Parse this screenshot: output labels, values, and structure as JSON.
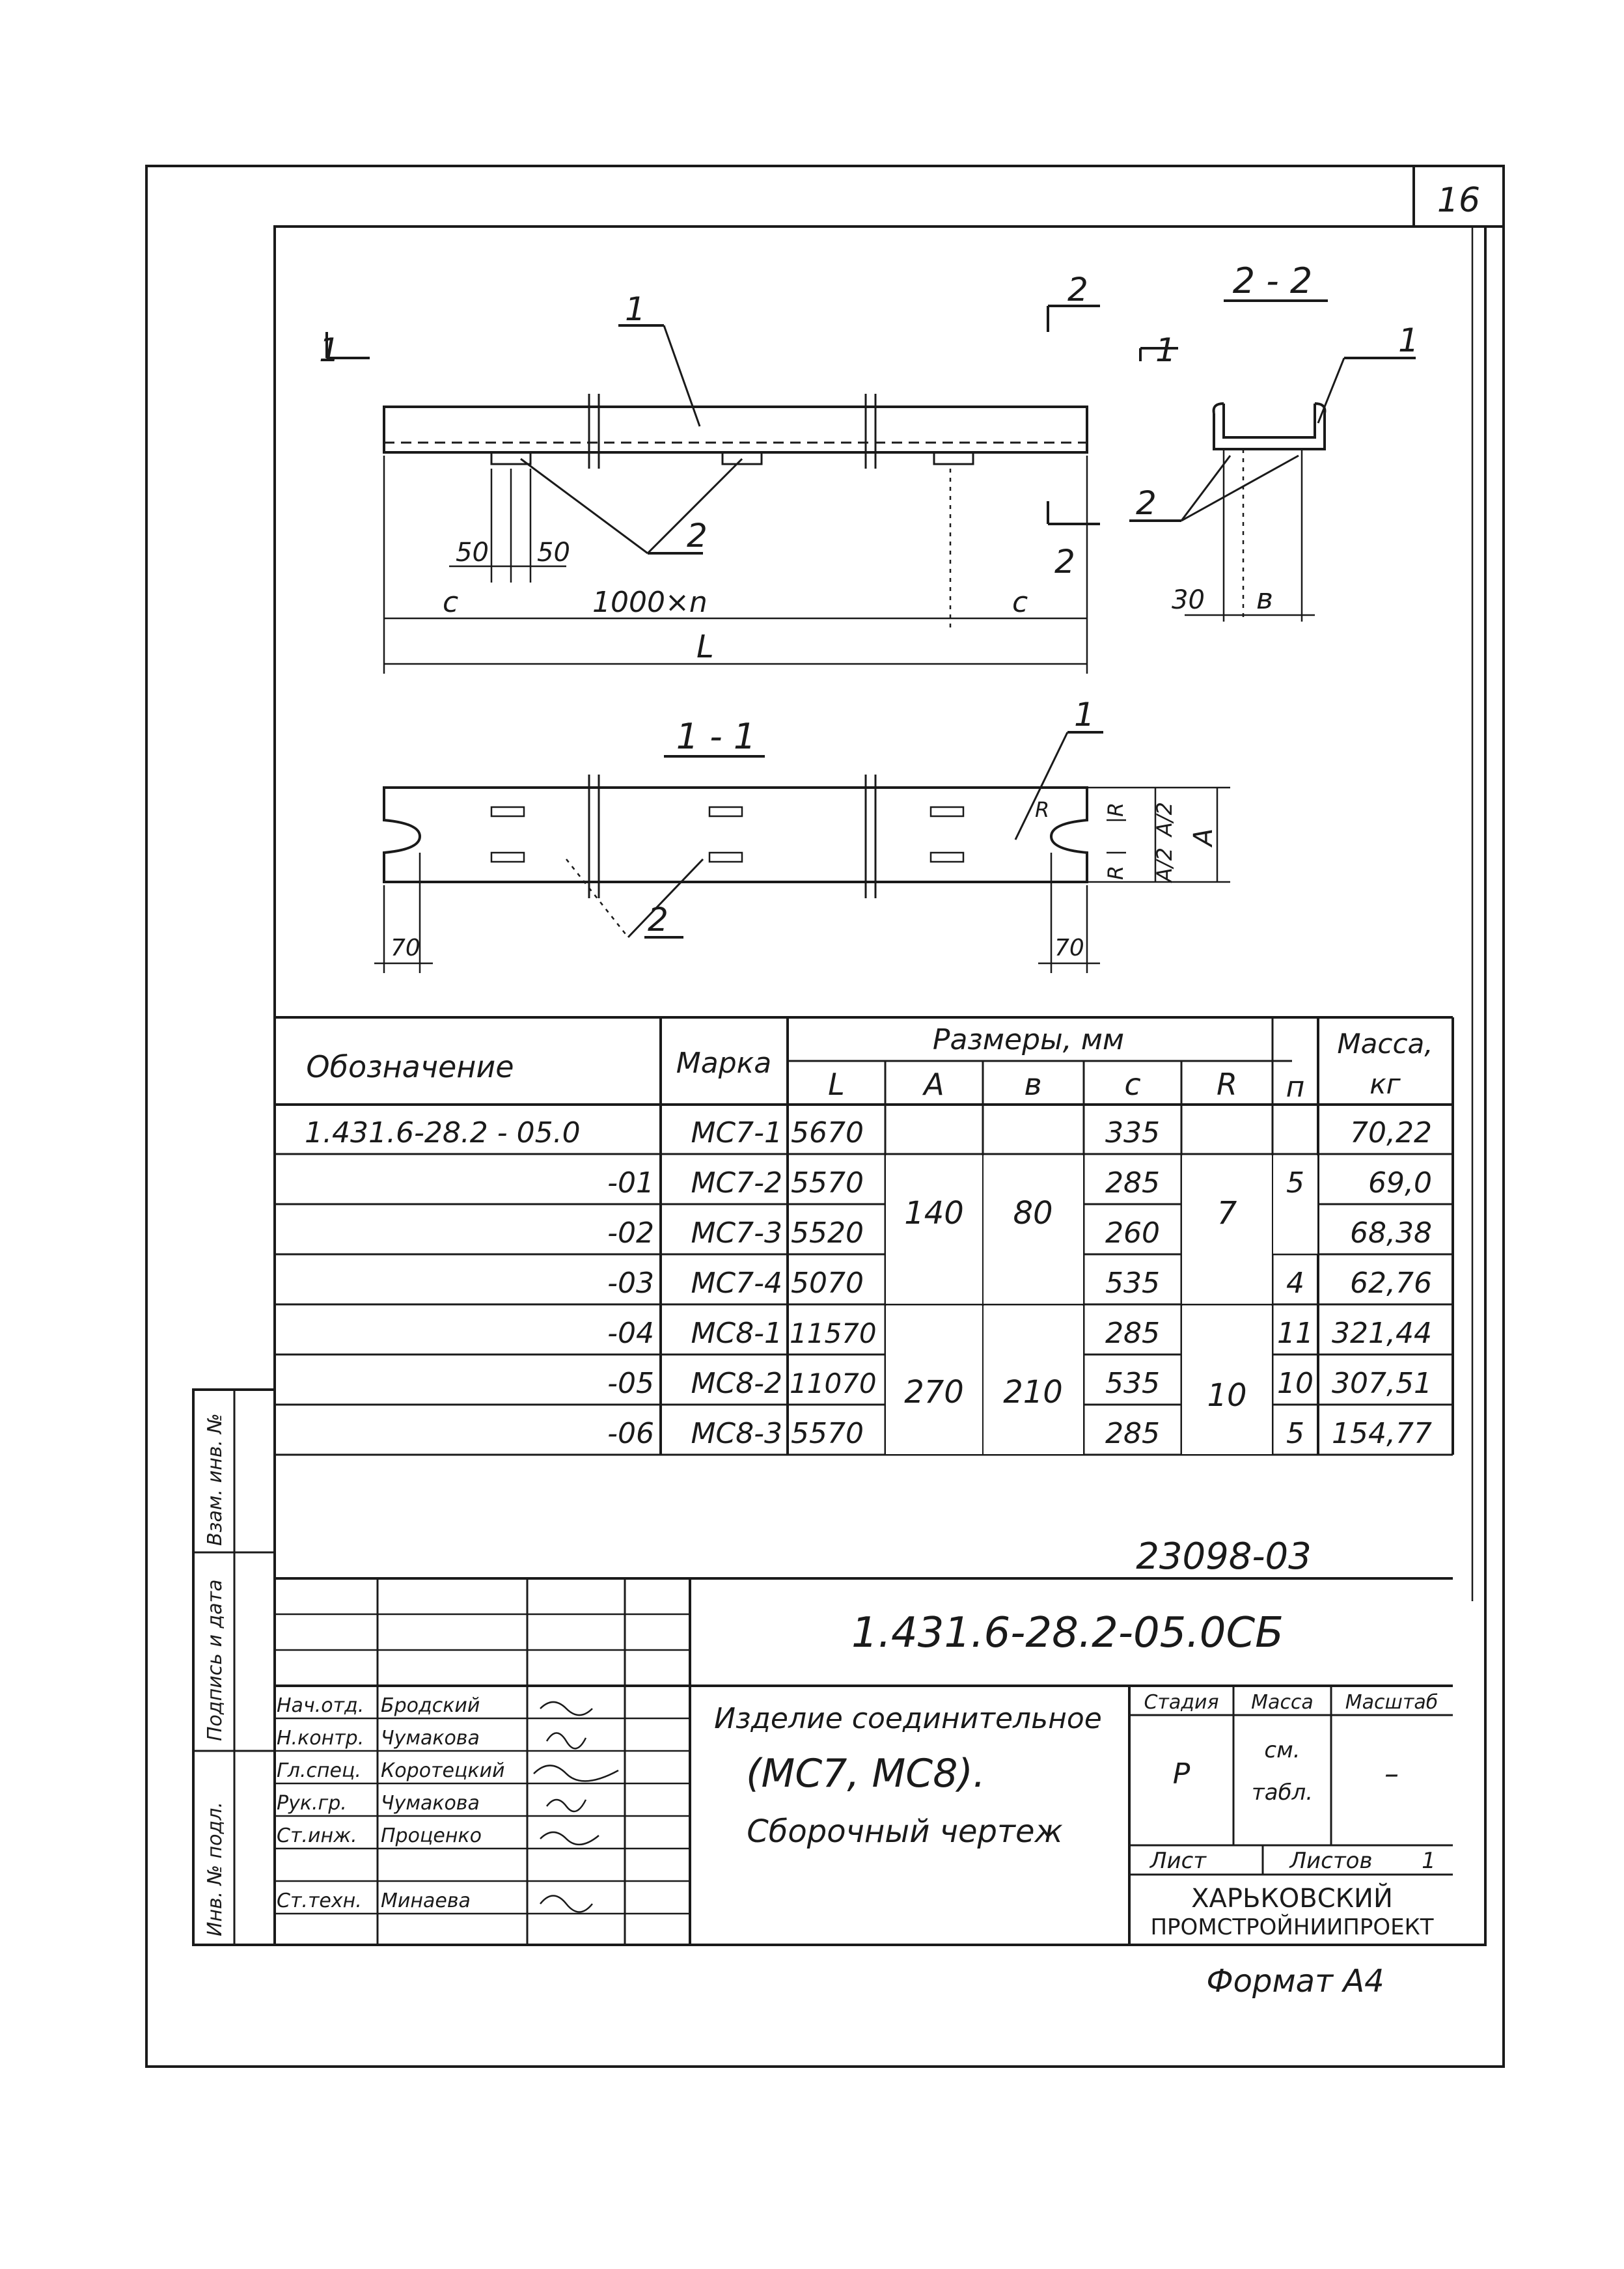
{
  "page_number": "16",
  "drawing": {
    "view_main_labels": {
      "part_1": "1",
      "part_2": "2",
      "section_1_left": "1",
      "section_1_right": "1",
      "section_2_top": "2",
      "section_2_bottom": "2",
      "dim_50_left": "50",
      "dim_50_right": "50",
      "dim_c_left": "c",
      "dim_1000n": "1000×n",
      "dim_c_right": "c",
      "dim_L": "L"
    },
    "section_2_2": {
      "title": "2 - 2",
      "part_1": "1",
      "part_2": "2",
      "dim_30": "30",
      "dim_b": "в"
    },
    "section_1_1": {
      "title": "1 - 1",
      "part_1": "1",
      "part_2": "2",
      "dim_70_left": "70",
      "dim_70_right": "70",
      "label_R1": "R",
      "label_R2": "R",
      "label_R3": "R",
      "label_A2_top": "A/2",
      "label_A2_bottom": "A/2",
      "label_A": "A"
    }
  },
  "spec_table": {
    "headers": {
      "designation": "Обозначение",
      "mark": "Марка",
      "sizes": "Размеры,   мм",
      "mass": "Масса,",
      "mass_unit": "кг",
      "n": "п",
      "L": "L",
      "A": "A",
      "B": "в",
      "C": "c",
      "R": "R"
    },
    "rows": [
      {
        "designation": "1.431.6-28.2 - 05.0",
        "mark": "МС7-1",
        "L": "5670",
        "C": "335",
        "mass": "70,22"
      },
      {
        "designation": "-01",
        "mark": "МС7-2",
        "L": "5570",
        "C": "285",
        "mass": "69,0"
      },
      {
        "designation": "-02",
        "mark": "МС7-3",
        "L": "5520",
        "C": "260",
        "mass": "68,38"
      },
      {
        "designation": "-03",
        "mark": "МС7-4",
        "L": "5070",
        "C": "535",
        "n": "4",
        "mass": "62,76"
      },
      {
        "designation": "-04",
        "mark": "МС8-1",
        "L": "11570",
        "C": "285",
        "n": "11",
        "mass": "321,44"
      },
      {
        "designation": "-05",
        "mark": "МС8-2",
        "L": "11070",
        "C": "535",
        "n": "10",
        "mass": "307,51"
      },
      {
        "designation": "-06",
        "mark": "МС8-3",
        "L": "5570",
        "C": "285",
        "n": "5",
        "mass": "154,77"
      }
    ],
    "merged": {
      "A_group1": "140",
      "B_group1": "80",
      "R_group1": "7",
      "n_group1": "5",
      "A_group2": "270",
      "B_group2": "210",
      "R_group2": "10"
    }
  },
  "inventory_number": "23098-03",
  "title_block": {
    "doc_code": "1.431.6-28.2-05.0СБ",
    "title_line1": "Изделие соединительное",
    "title_line2": "(МС7, МС8).",
    "title_line3": "Сборочный чертеж",
    "stage_label": "Стадия",
    "mass_label": "Масса",
    "scale_label": "Масштаб",
    "stage_value": "Р",
    "mass_value_1": "см.",
    "mass_value_2": "табл.",
    "scale_value": "–",
    "sheet_label": "Лист",
    "sheets_label": "Листов",
    "sheets_value": "1",
    "org_line1": "ХАРЬКОВСКИЙ",
    "org_line2": "ПРОМСТРОЙНИИПРОЕКТ",
    "signatures": [
      {
        "role": "Нач.отд.",
        "name": "Бродский"
      },
      {
        "role": "Н.контр.",
        "name": "Чумакова"
      },
      {
        "role": "Гл.спец.",
        "name": "Коротецкий"
      },
      {
        "role": "Рук.гр.",
        "name": "Чумакова"
      },
      {
        "role": "Ст.инж.",
        "name": "Проценко"
      },
      {
        "role": "Ст.техн.",
        "name": "Минаева"
      }
    ]
  },
  "side_stamp": {
    "inv_orig": "Инв. № подл.",
    "sign_date": "Подпись и дата",
    "inv_replace": "Взам. инв. №"
  },
  "format_label": "Формат А4"
}
